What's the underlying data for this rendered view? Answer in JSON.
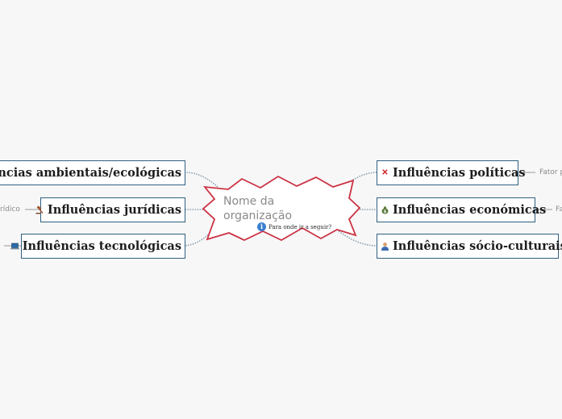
{
  "central": {
    "title": "Nome da organização",
    "note": "Para onde ir a seguir?",
    "note_icon": "info-icon"
  },
  "branches": {
    "politicas": {
      "label": "Influências políticas",
      "icon": "cross-icon",
      "factor": "Fator p"
    },
    "economicas": {
      "label": "Influências económicas",
      "icon": "money-bag-icon",
      "factor": "Fa"
    },
    "socio": {
      "label": "Influências sócio-culturais",
      "icon": "person-icon"
    },
    "ambientais": {
      "label": "uências ambientais/ecológicas"
    },
    "juridicas": {
      "label": "Influências jurídicas",
      "icon": "gavel-icon",
      "factor": "rídico"
    },
    "tecnologicas": {
      "label": "Influências tecnológicas",
      "icon": "laptop-icon"
    }
  },
  "colors": {
    "central_border": "#cc3344",
    "node_border": "#2f5f7f",
    "connector": "#8aa0ad"
  }
}
